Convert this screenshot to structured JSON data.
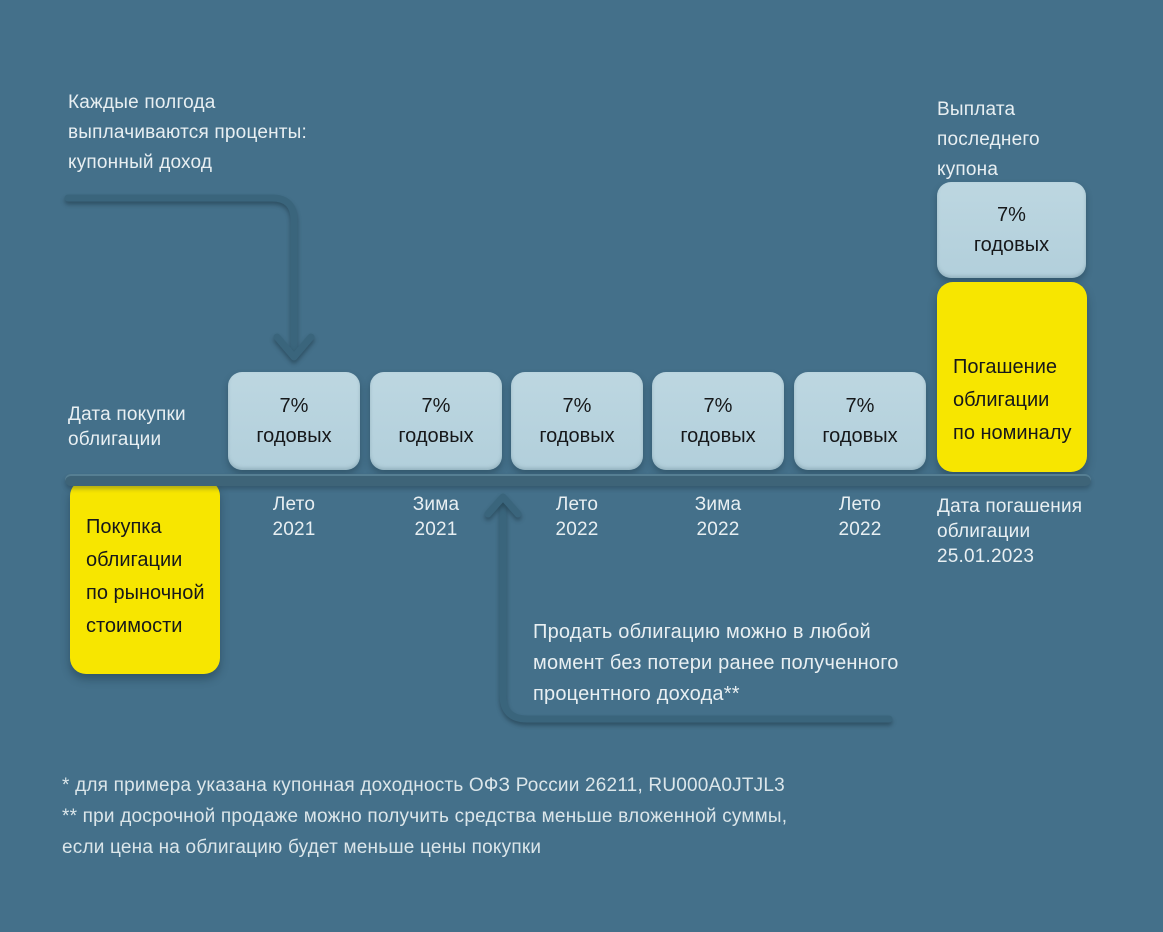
{
  "colors": {
    "background": "#44708a",
    "coupon_card": "#b8d3de",
    "highlight_card": "#f7e600",
    "timeline_bar": "#3e6478",
    "arrow": "#3a657c",
    "text_light": "#e8eff2",
    "text_dark": "#16181a"
  },
  "header": {
    "coupon_note": "Каждые полгода\nвыплачиваются проценты:\nкупонный доход",
    "last_coupon_note": "Выплата\nпоследнего\nкупона"
  },
  "timeline": {
    "purchase_date_label": "Дата покупки\nоблигации",
    "redemption_date_label": "Дата погашения\nоблигации\n25.01.2023",
    "periods": [
      "Лето\n2021",
      "Зима\n2021",
      "Лето\n2022",
      "Зима\n2022",
      "Лето\n2022"
    ]
  },
  "coupons": [
    {
      "rate": "7%",
      "unit": "годовых"
    },
    {
      "rate": "7%",
      "unit": "годовых"
    },
    {
      "rate": "7%",
      "unit": "годовых"
    },
    {
      "rate": "7%",
      "unit": "годовых"
    },
    {
      "rate": "7%",
      "unit": "годовых"
    }
  ],
  "final_coupon": {
    "rate": "7%",
    "unit": "годовых"
  },
  "purchase_box": {
    "label": "Покупка\nоблигации\nпо рыночной\nстоимости"
  },
  "redemption_box": {
    "label": "Погашение\nоблигации\nпо номиналу"
  },
  "sell_note": "Продать облигацию можно в любой\nмомент без потери ранее полученного\nпроцентного дохода**",
  "footnotes": "*   для примера указана купонная доходность ОФЗ России 26211, RU000A0JTJL3\n** при досрочной продаже можно получить средства меньше вложенной суммы,\nесли цена на облигацию будет меньше цены покупки"
}
